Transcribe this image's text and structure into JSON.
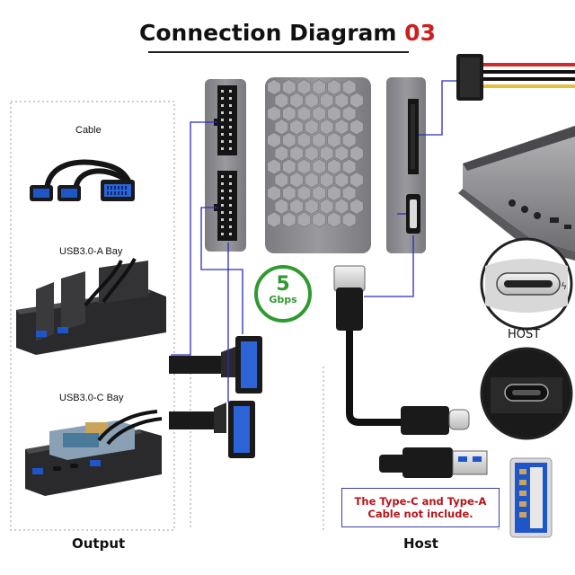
{
  "title": {
    "text": "Connection Diagram",
    "number": "03"
  },
  "labels": {
    "cable": "Cable",
    "usb_a_bay": "USB3.0-A Bay",
    "usb_c_bay": "USB3.0-C Bay",
    "output": "Output",
    "host": "Host",
    "host_port": "HOST"
  },
  "speed": {
    "value": "5",
    "unit": "Gbps"
  },
  "note": {
    "line1": "The Type-C and Type-A",
    "line2": "Cable not include."
  },
  "colors": {
    "title_number": "#c8211f",
    "speed_ring": "#2f9a2f",
    "note_text": "#b3151b",
    "note_border": "#3a3aa8",
    "connector_blue": "#1e56c8",
    "device_grey": "#8a8a8e",
    "line_blue": "#2a2ac0"
  }
}
